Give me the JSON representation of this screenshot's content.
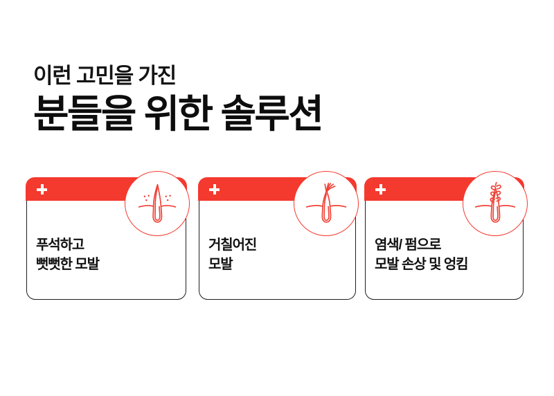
{
  "meta": {
    "language": "ko",
    "background_color": "#ffffff"
  },
  "colors": {
    "brand_red": "#f4392f",
    "text_black": "#111111",
    "card_border": "#1d1d1d",
    "header_text_white": "#ffffff"
  },
  "heading": {
    "eyebrow": "이런 고민을 가진",
    "headline": "분들을 위한 솔루션"
  },
  "cards": [
    {
      "id": "card-dry-stiff-hair",
      "badge_icon": "hair-follicle-with-flakes-icon",
      "plus_icon": "plus-icon",
      "line_1": "푸석하고",
      "line_2": "뻣뻣한 모발"
    },
    {
      "id": "card-rough-hair",
      "badge_icon": "hair-follicle-split-ends-icon",
      "plus_icon": "plus-icon",
      "line_1": "거칠어진",
      "line_2": "모발"
    },
    {
      "id": "card-dye-perm-damage",
      "badge_icon": "hair-follicle-tangled-icon",
      "plus_icon": "plus-icon",
      "line_1": "염색/ 펌으로",
      "line_2": "모발 손상 및 엉킴"
    }
  ]
}
